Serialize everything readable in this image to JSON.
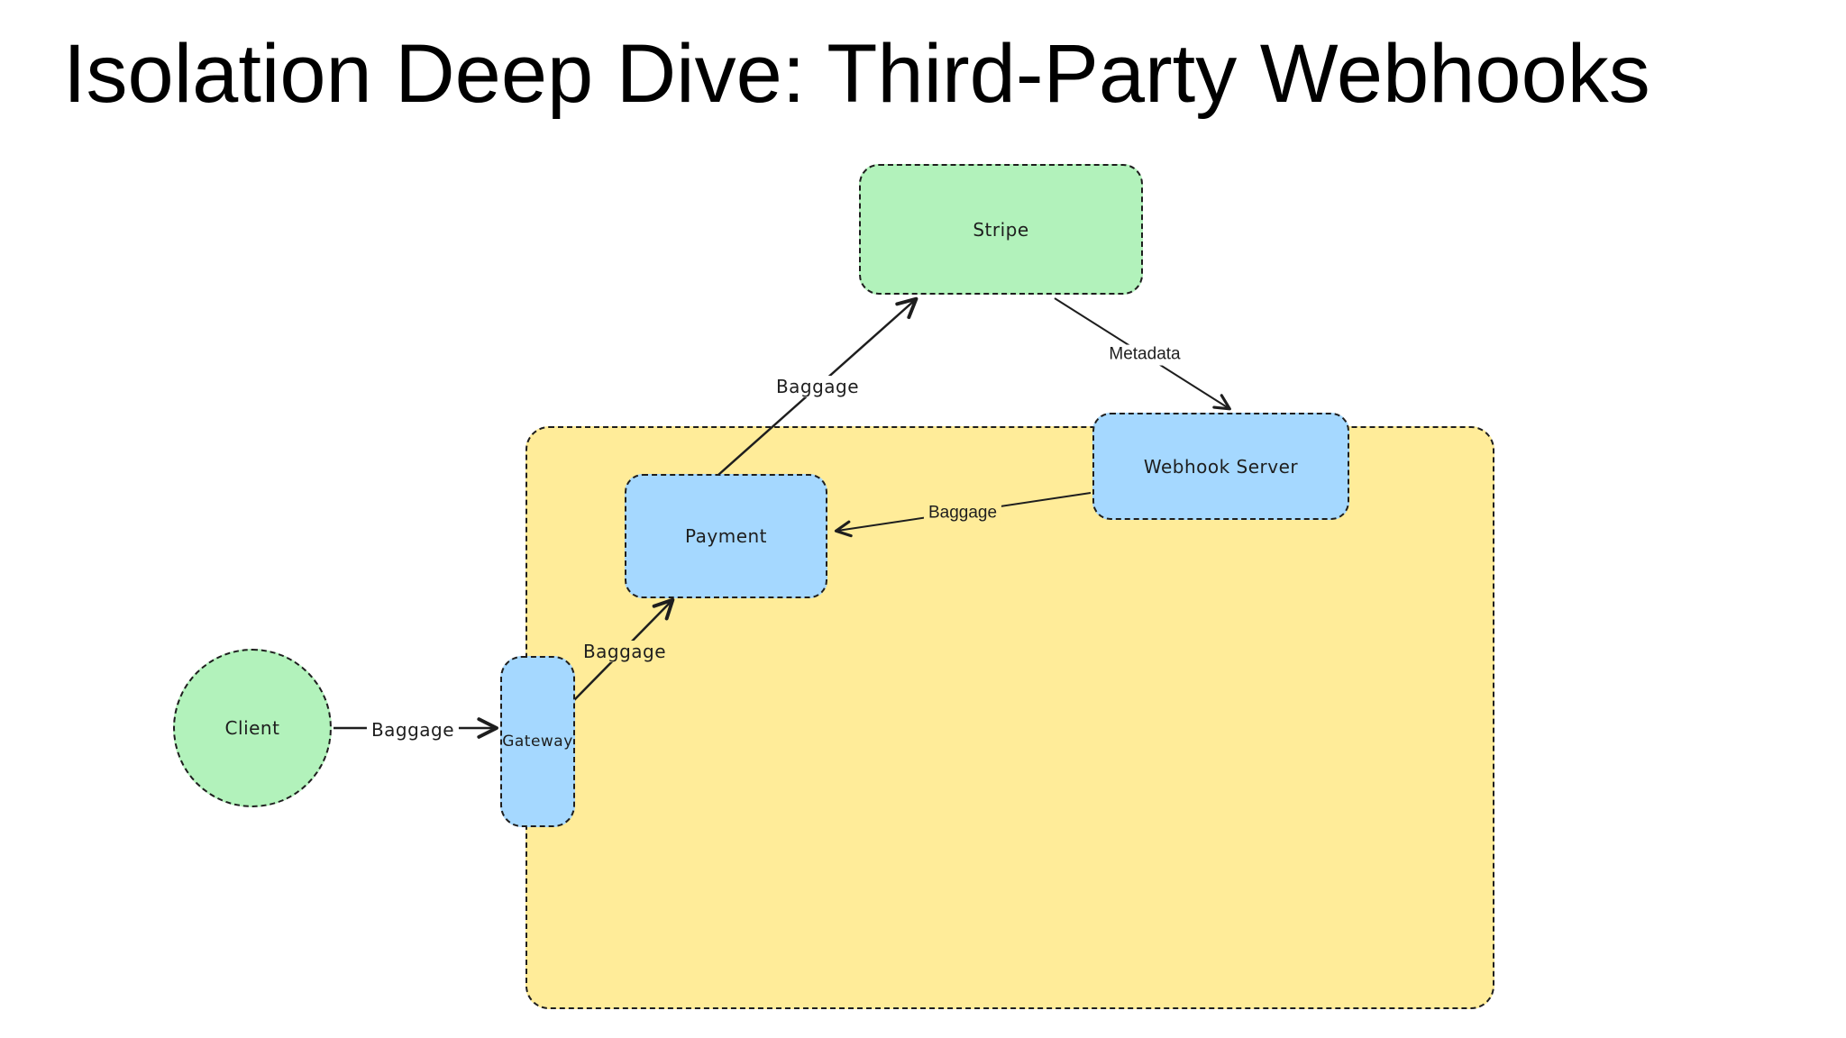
{
  "title": "Isolation Deep Dive: Third-Party Webhooks",
  "diagram": {
    "container": {
      "name": "isolation-boundary",
      "fill": "#ffec99"
    },
    "nodes": [
      {
        "id": "stripe",
        "label": "Stripe",
        "shape": "rectangle",
        "fill": "#b2f2bb"
      },
      {
        "id": "webhook-server",
        "label": "Webhook Server",
        "shape": "rectangle",
        "fill": "#a5d8ff"
      },
      {
        "id": "payment",
        "label": "Payment",
        "shape": "rectangle",
        "fill": "#a5d8ff"
      },
      {
        "id": "gateway",
        "label": "Gateway",
        "shape": "rectangle",
        "fill": "#a5d8ff"
      },
      {
        "id": "client",
        "label": "Client",
        "shape": "ellipse",
        "fill": "#b2f2bb"
      }
    ],
    "edges": [
      {
        "from": "client",
        "to": "gateway",
        "label": "Baggage"
      },
      {
        "from": "gateway",
        "to": "payment",
        "label": "Baggage"
      },
      {
        "from": "payment",
        "to": "stripe",
        "label": "Baggage"
      },
      {
        "from": "stripe",
        "to": "webhook-server",
        "label": "Metadata"
      },
      {
        "from": "webhook-server",
        "to": "payment",
        "label": "Baggage"
      }
    ]
  },
  "colors": {
    "background": "#ffffff",
    "title_text": "#000000",
    "stroke": "#1e1e1e",
    "node_green": "#b2f2bb",
    "node_blue": "#a5d8ff",
    "region_yellow": "#ffec99"
  }
}
